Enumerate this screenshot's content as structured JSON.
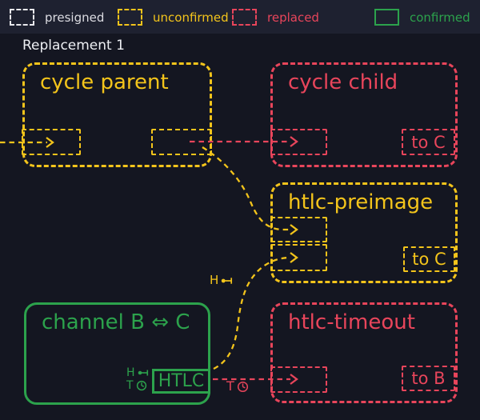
{
  "header": {
    "title": "Replacement 1"
  },
  "legend": {
    "items": [
      {
        "id": "presigned",
        "label": "presigned"
      },
      {
        "id": "unconfirmed",
        "label": "unconfirmed"
      },
      {
        "id": "replaced",
        "label": "replaced"
      },
      {
        "id": "confirmed",
        "label": "confirmed"
      }
    ]
  },
  "nodes": {
    "cycle_parent": {
      "title": "cycle parent",
      "status": "unconfirmed"
    },
    "cycle_child": {
      "title": "cycle child",
      "status": "replaced",
      "output": "to C"
    },
    "htlc_preimage": {
      "title": "htlc-preimage",
      "status": "unconfirmed",
      "output": "to C"
    },
    "htlc_timeout": {
      "title": "htlc-timeout",
      "status": "replaced",
      "output": "to B"
    },
    "channel": {
      "title": "channel B ⇔ C",
      "status": "confirmed",
      "htlc": "HTLC"
    }
  },
  "annotations": {
    "hash_letter": "H",
    "timelock_letter": "T",
    "hash_icon": "key-icon",
    "timelock_icon": "clock-icon"
  },
  "palette": {
    "background": "#141621",
    "legend_background": "#1e2130",
    "presigned": "#e9e9ed",
    "unconfirmed": "#f3c41b",
    "replaced": "#e8455b",
    "confirmed": "#2ca24c"
  }
}
